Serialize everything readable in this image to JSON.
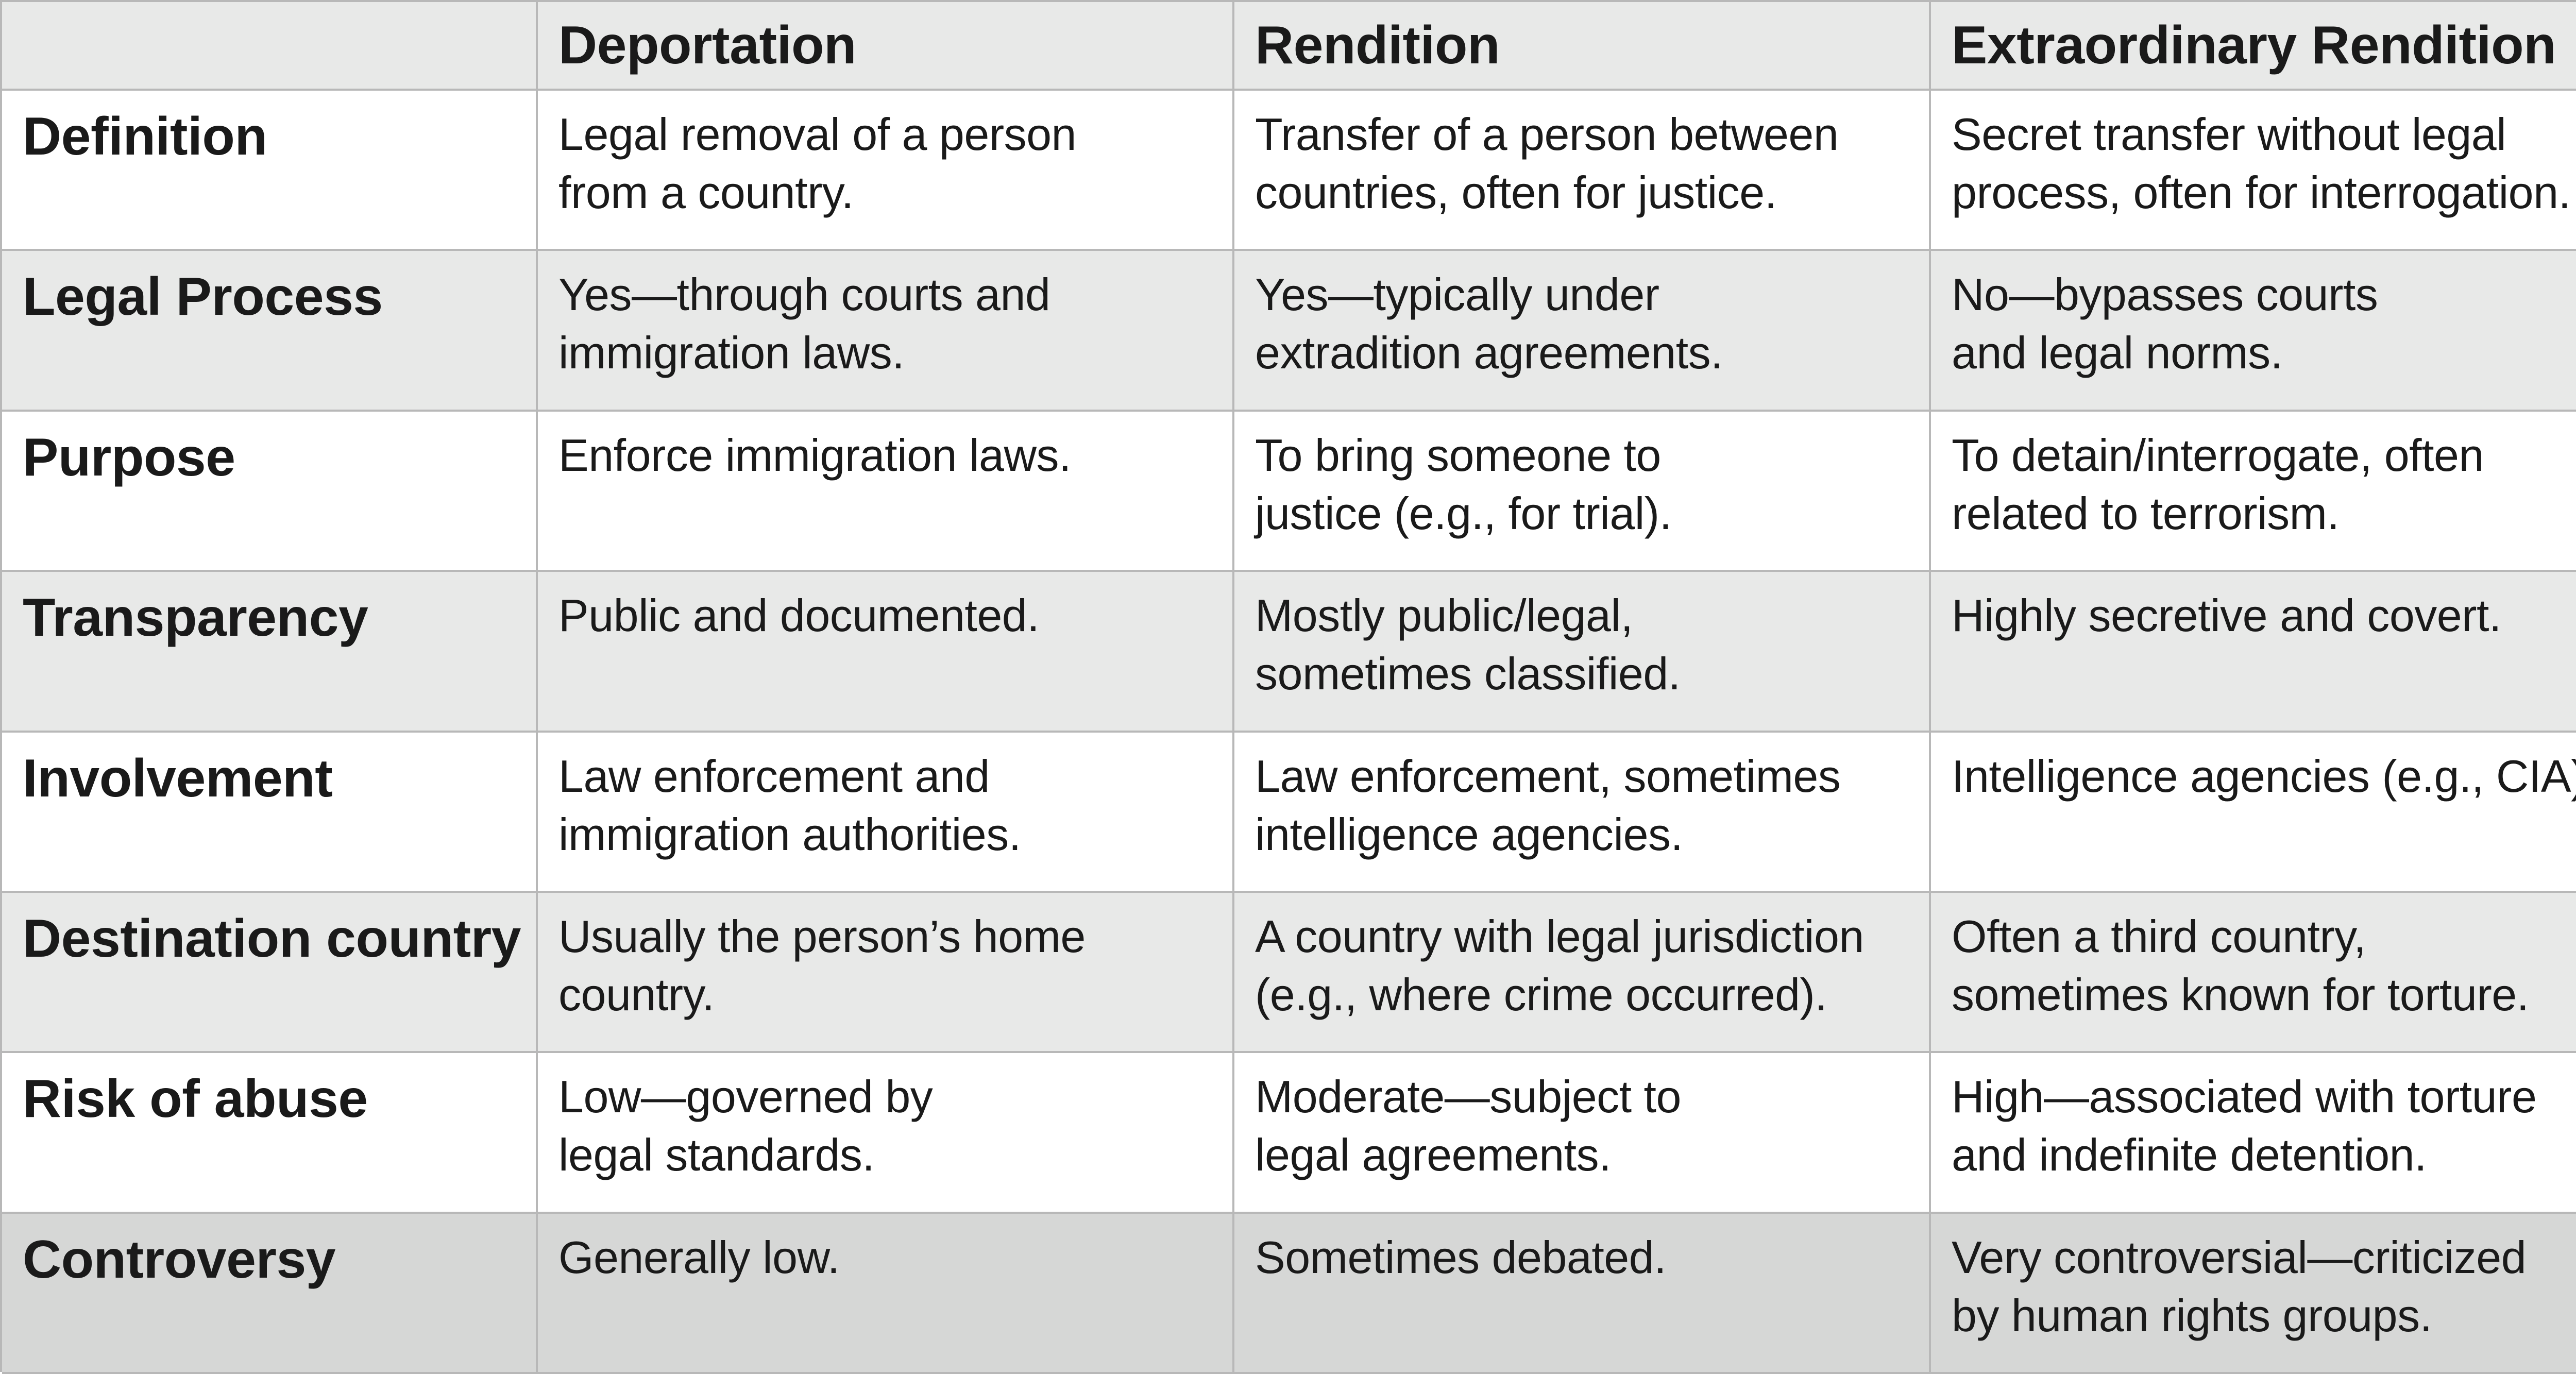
{
  "table": {
    "header": {
      "corner": "",
      "columns": [
        "Deportation",
        "Rendition",
        "Extraordinary Rendition"
      ]
    },
    "rows": [
      {
        "label": "Definition",
        "cells": [
          "Legal removal of a person\nfrom a country.",
          "Transfer of a person between\ncountries, often for justice.",
          "Secret transfer without legal\nprocess, often for interrogation."
        ]
      },
      {
        "label": "Legal Process",
        "cells": [
          "Yes—through courts and\nimmigration laws.",
          "Yes—typically under\nextradition agreements.",
          "No—bypasses courts\nand legal norms."
        ]
      },
      {
        "label": "Purpose",
        "cells": [
          "Enforce immigration laws.",
          "To bring someone to\njustice (e.g., for trial).",
          "To detain/interrogate, often\nrelated to terrorism."
        ]
      },
      {
        "label": "Transparency",
        "cells": [
          "Public and documented.",
          "Mostly public/legal,\nsometimes classified.",
          "Highly secretive and covert."
        ]
      },
      {
        "label": "Involvement",
        "cells": [
          "Law enforcement and\nimmigration authorities.",
          "Law enforcement, sometimes\nintelligence agencies.",
          "Intelligence agencies (e.g., CIA)."
        ]
      },
      {
        "label": "Destination country",
        "cells": [
          "Usually the person’s home country.",
          "A country with legal jurisdiction\n(e.g., where crime occurred).",
          "Often a third country,\nsometimes known for torture."
        ]
      },
      {
        "label": "Risk of abuse",
        "cells": [
          "Low—governed by\nlegal standards.",
          "Moderate—subject to\nlegal agreements.",
          "High—associated with torture\nand indefinite detention."
        ]
      },
      {
        "label": "Controversy",
        "cells": [
          "Generally low.",
          "Sometimes debated.",
          "Very controversial—criticized\nby human rights groups."
        ]
      }
    ]
  },
  "colors": {
    "header_bg": "#e8e9e8",
    "row_white": "#ffffff",
    "row_gray": "#e8e9e8",
    "row_last": "#d6d7d6",
    "border": "#b8b8b8",
    "text": "#1a1a1a"
  }
}
